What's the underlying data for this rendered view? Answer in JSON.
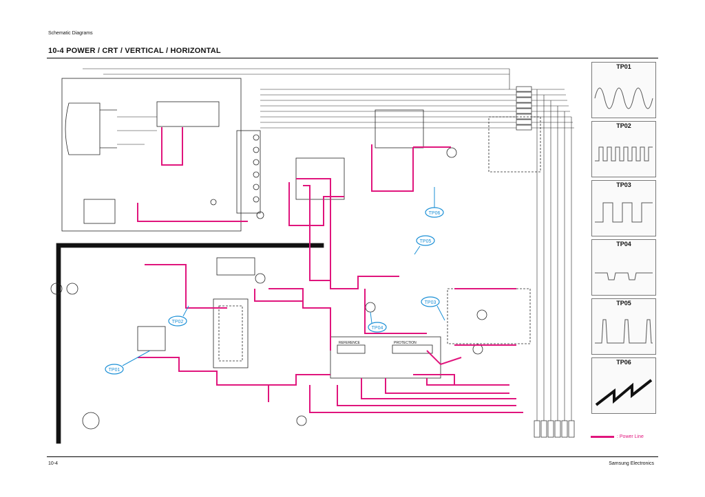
{
  "header": {
    "section": "Schematic Diagrams",
    "title": "10-4 POWER / CRT / VERTICAL / HORIZONTAL"
  },
  "footer": {
    "page": "10-4",
    "company": "Samsung Electronics"
  },
  "testpoints": [
    {
      "id": "TP01",
      "label": "TP01",
      "wave": "sine"
    },
    {
      "id": "TP02",
      "label": "TP02",
      "wave": "square-dense"
    },
    {
      "id": "TP03",
      "label": "TP03",
      "wave": "square"
    },
    {
      "id": "TP04",
      "label": "TP04",
      "wave": "flat-notch"
    },
    {
      "id": "TP05",
      "label": "TP05",
      "wave": "pulse"
    },
    {
      "id": "TP06",
      "label": "TP06",
      "wave": "sawtooth"
    }
  ],
  "markers": {
    "tp01": "TP01",
    "tp02": "TP02",
    "tp03": "TP03",
    "tp04": "TP04",
    "tp05": "TP05",
    "tp06": "TP06"
  },
  "blocks": {
    "reference": "REFERENCE",
    "protection": "PROTECTION"
  },
  "legend": {
    "label": ": Power Line",
    "color": "#e0147c"
  },
  "colors": {
    "power_line": "#e0147c",
    "testpoint": "#1a8fd6",
    "wire": "#222222"
  }
}
